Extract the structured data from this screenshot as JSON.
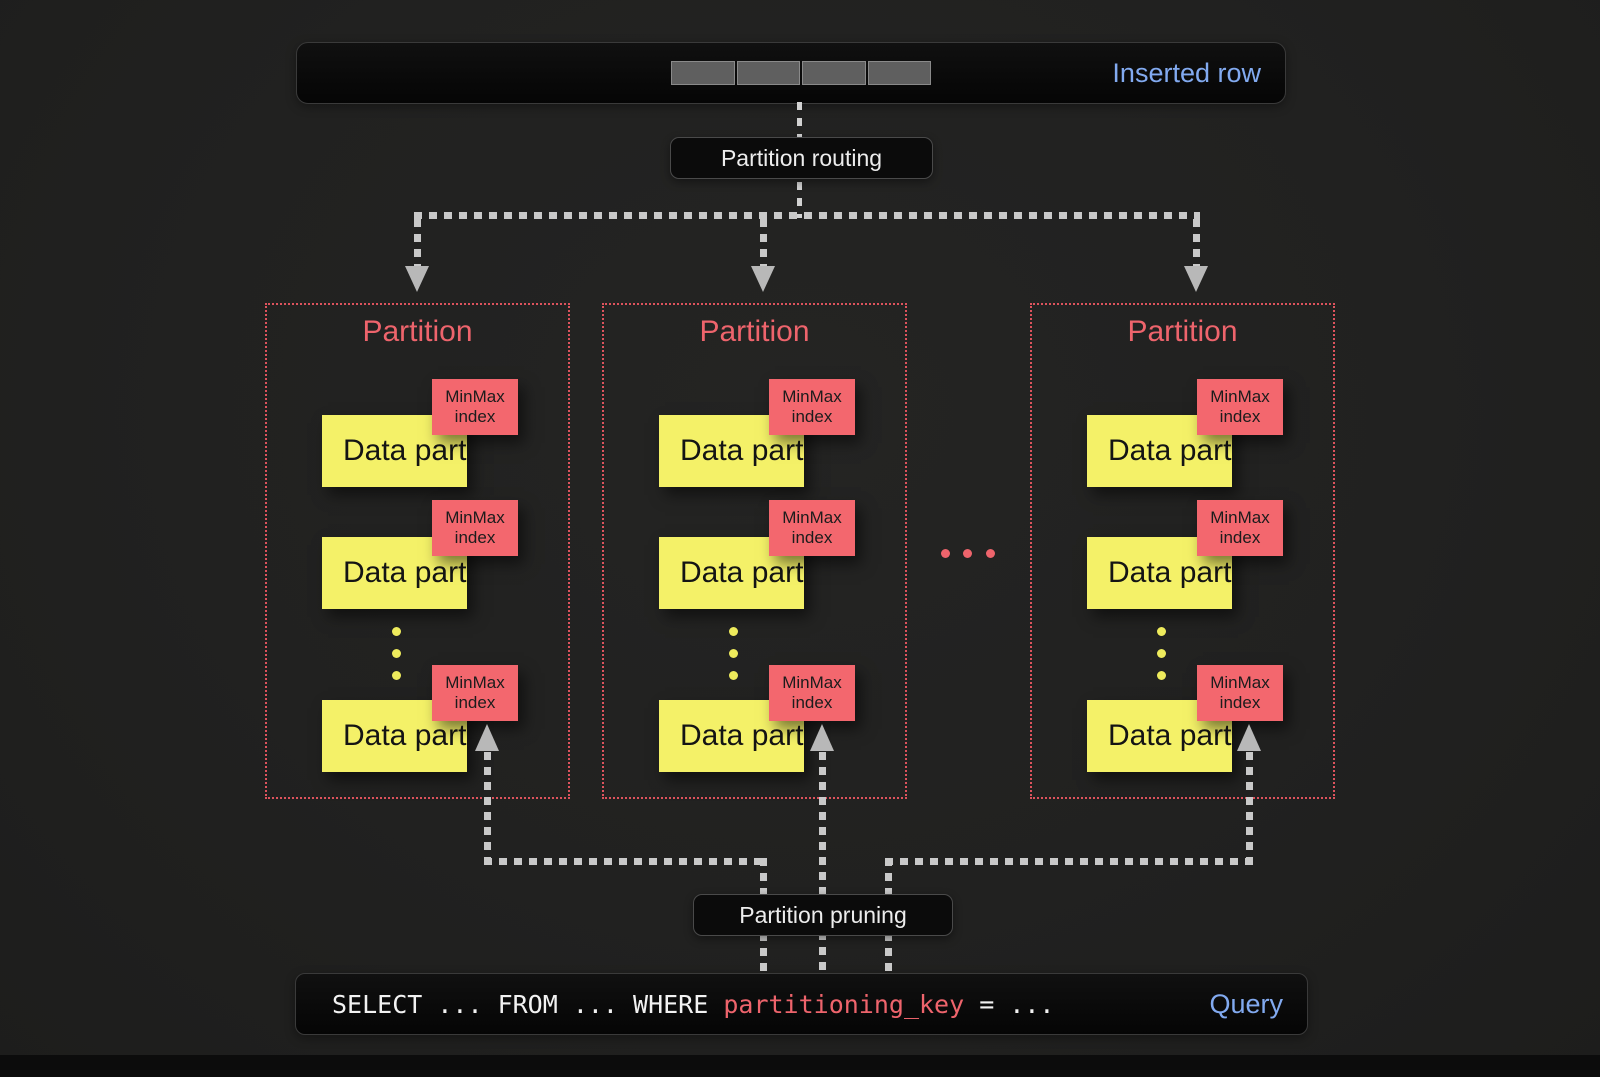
{
  "diagram": {
    "inserted_row": {
      "label": "Inserted row",
      "segment_count": 4
    },
    "routing": {
      "label": "Partition routing"
    },
    "pruning": {
      "label": "Partition pruning"
    },
    "partitions": [
      {
        "title": "Partition",
        "parts": [
          {
            "label": "Data part",
            "index_label": "MinMax index"
          },
          {
            "label": "Data part",
            "index_label": "MinMax index"
          },
          {
            "label": "Data part",
            "index_label": "MinMax index"
          }
        ]
      },
      {
        "title": "Partition",
        "parts": [
          {
            "label": "Data part",
            "index_label": "MinMax index"
          },
          {
            "label": "Data part",
            "index_label": "MinMax index"
          },
          {
            "label": "Data part",
            "index_label": "MinMax index"
          }
        ]
      },
      {
        "title": "Partition",
        "parts": [
          {
            "label": "Data part",
            "index_label": "MinMax index"
          },
          {
            "label": "Data part",
            "index_label": "MinMax index"
          },
          {
            "label": "Data part",
            "index_label": "MinMax index"
          }
        ]
      }
    ],
    "query": {
      "sql_before": "SELECT ... FROM ... WHERE ",
      "sql_key": "partitioning_key",
      "sql_after": " = ...",
      "label": "Query"
    },
    "colors": {
      "background": "#212120",
      "panel": "#0a0a0a",
      "accent_blue": "#82aaf0",
      "accent_red": "#ee646c",
      "part_yellow": "#f4f168",
      "line_gray": "#c9c9c9"
    }
  }
}
